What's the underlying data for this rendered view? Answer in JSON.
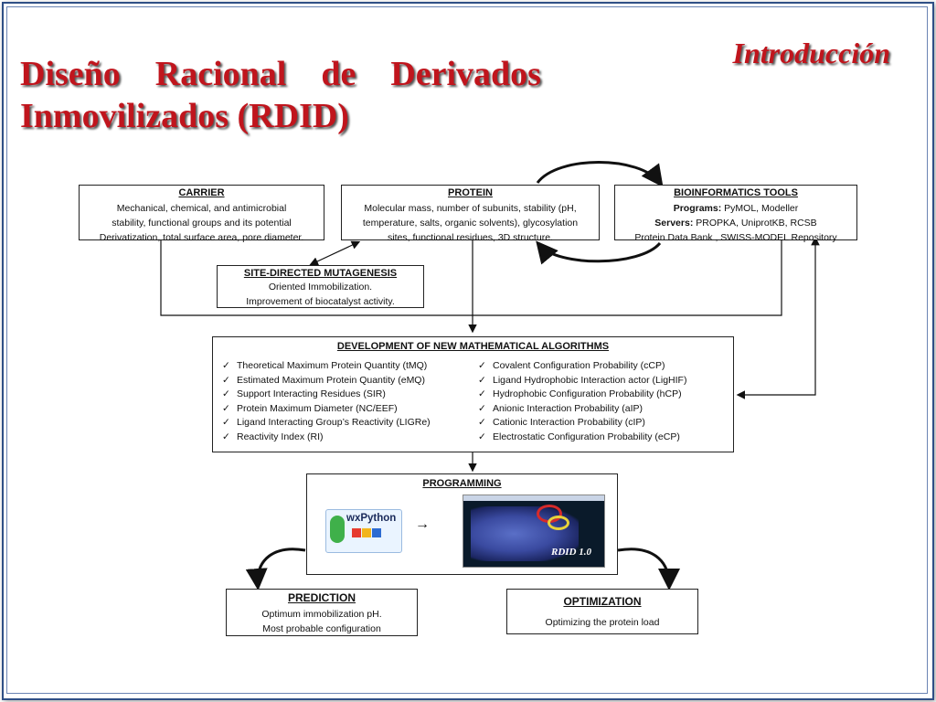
{
  "slide": {
    "section_label": "Introducción",
    "title_line1_words": [
      "Diseño",
      "Racional",
      "de",
      "Derivados"
    ],
    "title_line2": "Inmovilizados (RDID)"
  },
  "diagram": {
    "carrier": {
      "heading": "CARRIER",
      "lines": [
        "Mechanical, chemical, and antimicrobial",
        "stability, functional groups and its potential",
        "Derivatization, total surface area, pore diameter."
      ]
    },
    "protein": {
      "heading": "PROTEIN",
      "lines": [
        "Molecular mass, number of subunits, stability (pH,",
        "temperature, salts, organic solvents), glycosylation",
        "sites, functional residues, 3D structure."
      ]
    },
    "bioinformatics": {
      "heading": "BIOINFORMATICS TOOLS",
      "programs_label": "Programs:",
      "programs_value": " PyMOL, Modeller",
      "servers_label": "Servers:",
      "servers_value": " PROPKA, UniprotKB, RCSB",
      "line3": "Protein Data Bank , SWISS-MODEL Repository"
    },
    "mutagenesis": {
      "heading": "SITE-DIRECTED MUTAGENESIS",
      "lines": [
        "Oriented Immobilization.",
        "Improvement of biocatalyst activity."
      ]
    },
    "algorithms": {
      "heading": "DEVELOPMENT OF NEW MATHEMATICAL ALGORITHMS",
      "left": [
        "Theoretical Maximum Protein Quantity (tMQ)",
        "Estimated Maximum Protein Quantity (eMQ)",
        "Support Interacting Residues (SIR)",
        "Protein Maximum Diameter (NC/EEF)",
        "Ligand Interacting Group’s Reactivity (LIGRe)",
        "Reactivity Index (RI)"
      ],
      "right": [
        "Covalent Configuration Probability (cCP)",
        "Ligand Hydrophobic Interaction actor (LigHIF)",
        "Hydrophobic Configuration Probability (hCP)",
        "Anionic Interaction Probability (aIP)",
        "Cationic Interaction Probability (cIP)",
        "Electrostatic Configuration Probability (eCP)"
      ],
      "check_glyph": "✓"
    },
    "programming": {
      "heading": "PROGRAMMING",
      "wx_logo_text": "wxPython",
      "arrow_glyph": "→",
      "app_badge": "RDID 1.0"
    },
    "prediction": {
      "heading": "PREDICTION",
      "lines": [
        "Optimum immobilization pH.",
        "Most probable configuration"
      ]
    },
    "optimization": {
      "heading": "OPTIMIZATION",
      "lines": [
        "Optimizing the protein load"
      ]
    }
  },
  "colors": {
    "title_red": "#c0151d",
    "frame_blue": "#2f4f86",
    "line_black": "#111111"
  }
}
